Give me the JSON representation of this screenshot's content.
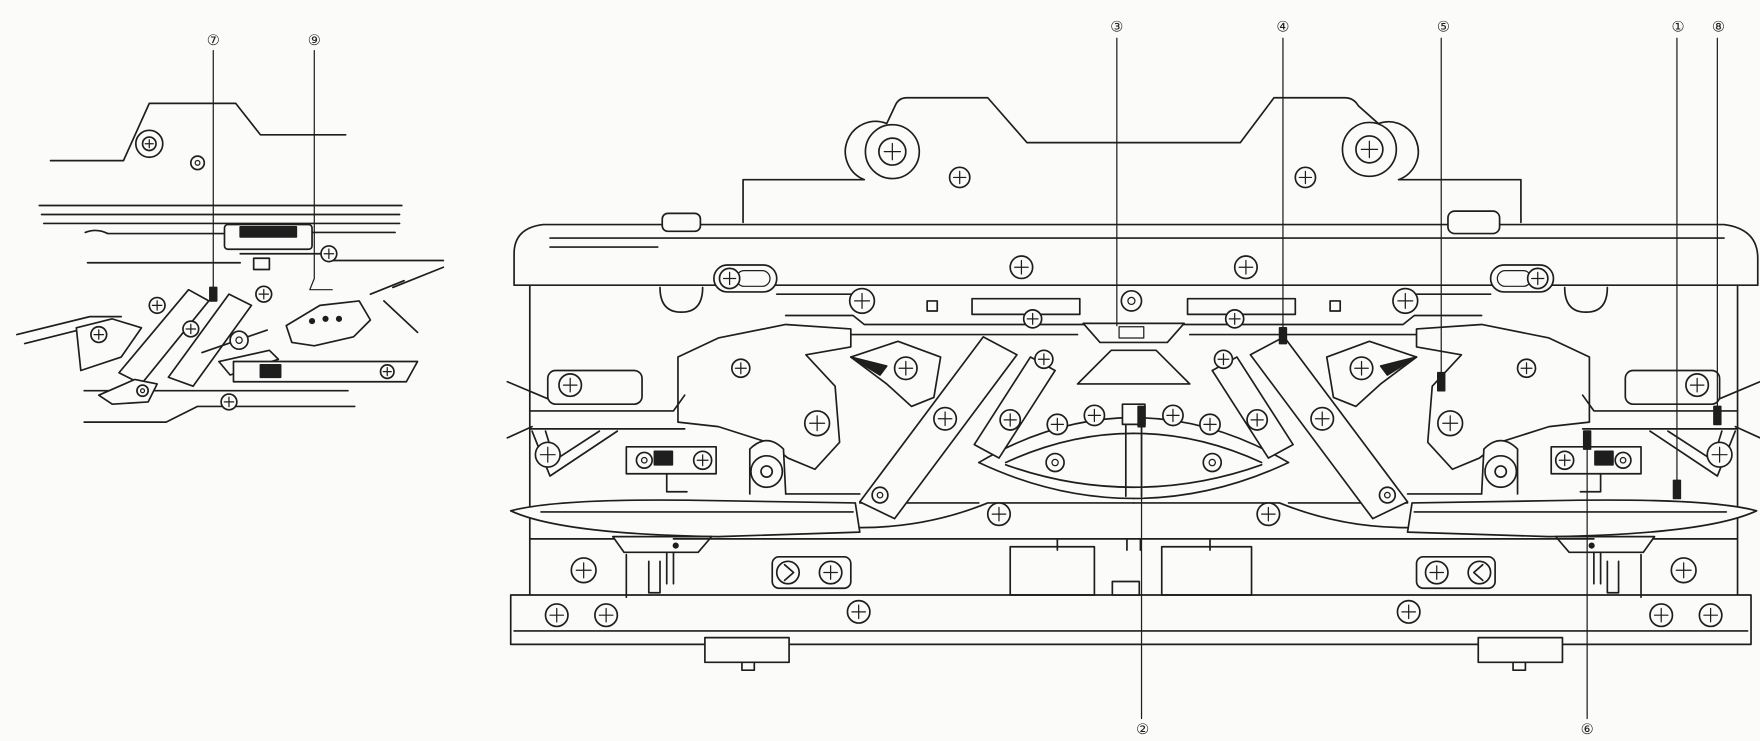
{
  "colors": {
    "ink": "#1e1e1e",
    "paper": "#fbfbf9"
  },
  "figure": {
    "inset_callouts": [
      "⑦",
      "⑨"
    ],
    "top_callouts": [
      "③",
      "④",
      "⑤",
      "①",
      "⑧"
    ],
    "bottom_callouts": [
      "②",
      "⑥"
    ]
  }
}
